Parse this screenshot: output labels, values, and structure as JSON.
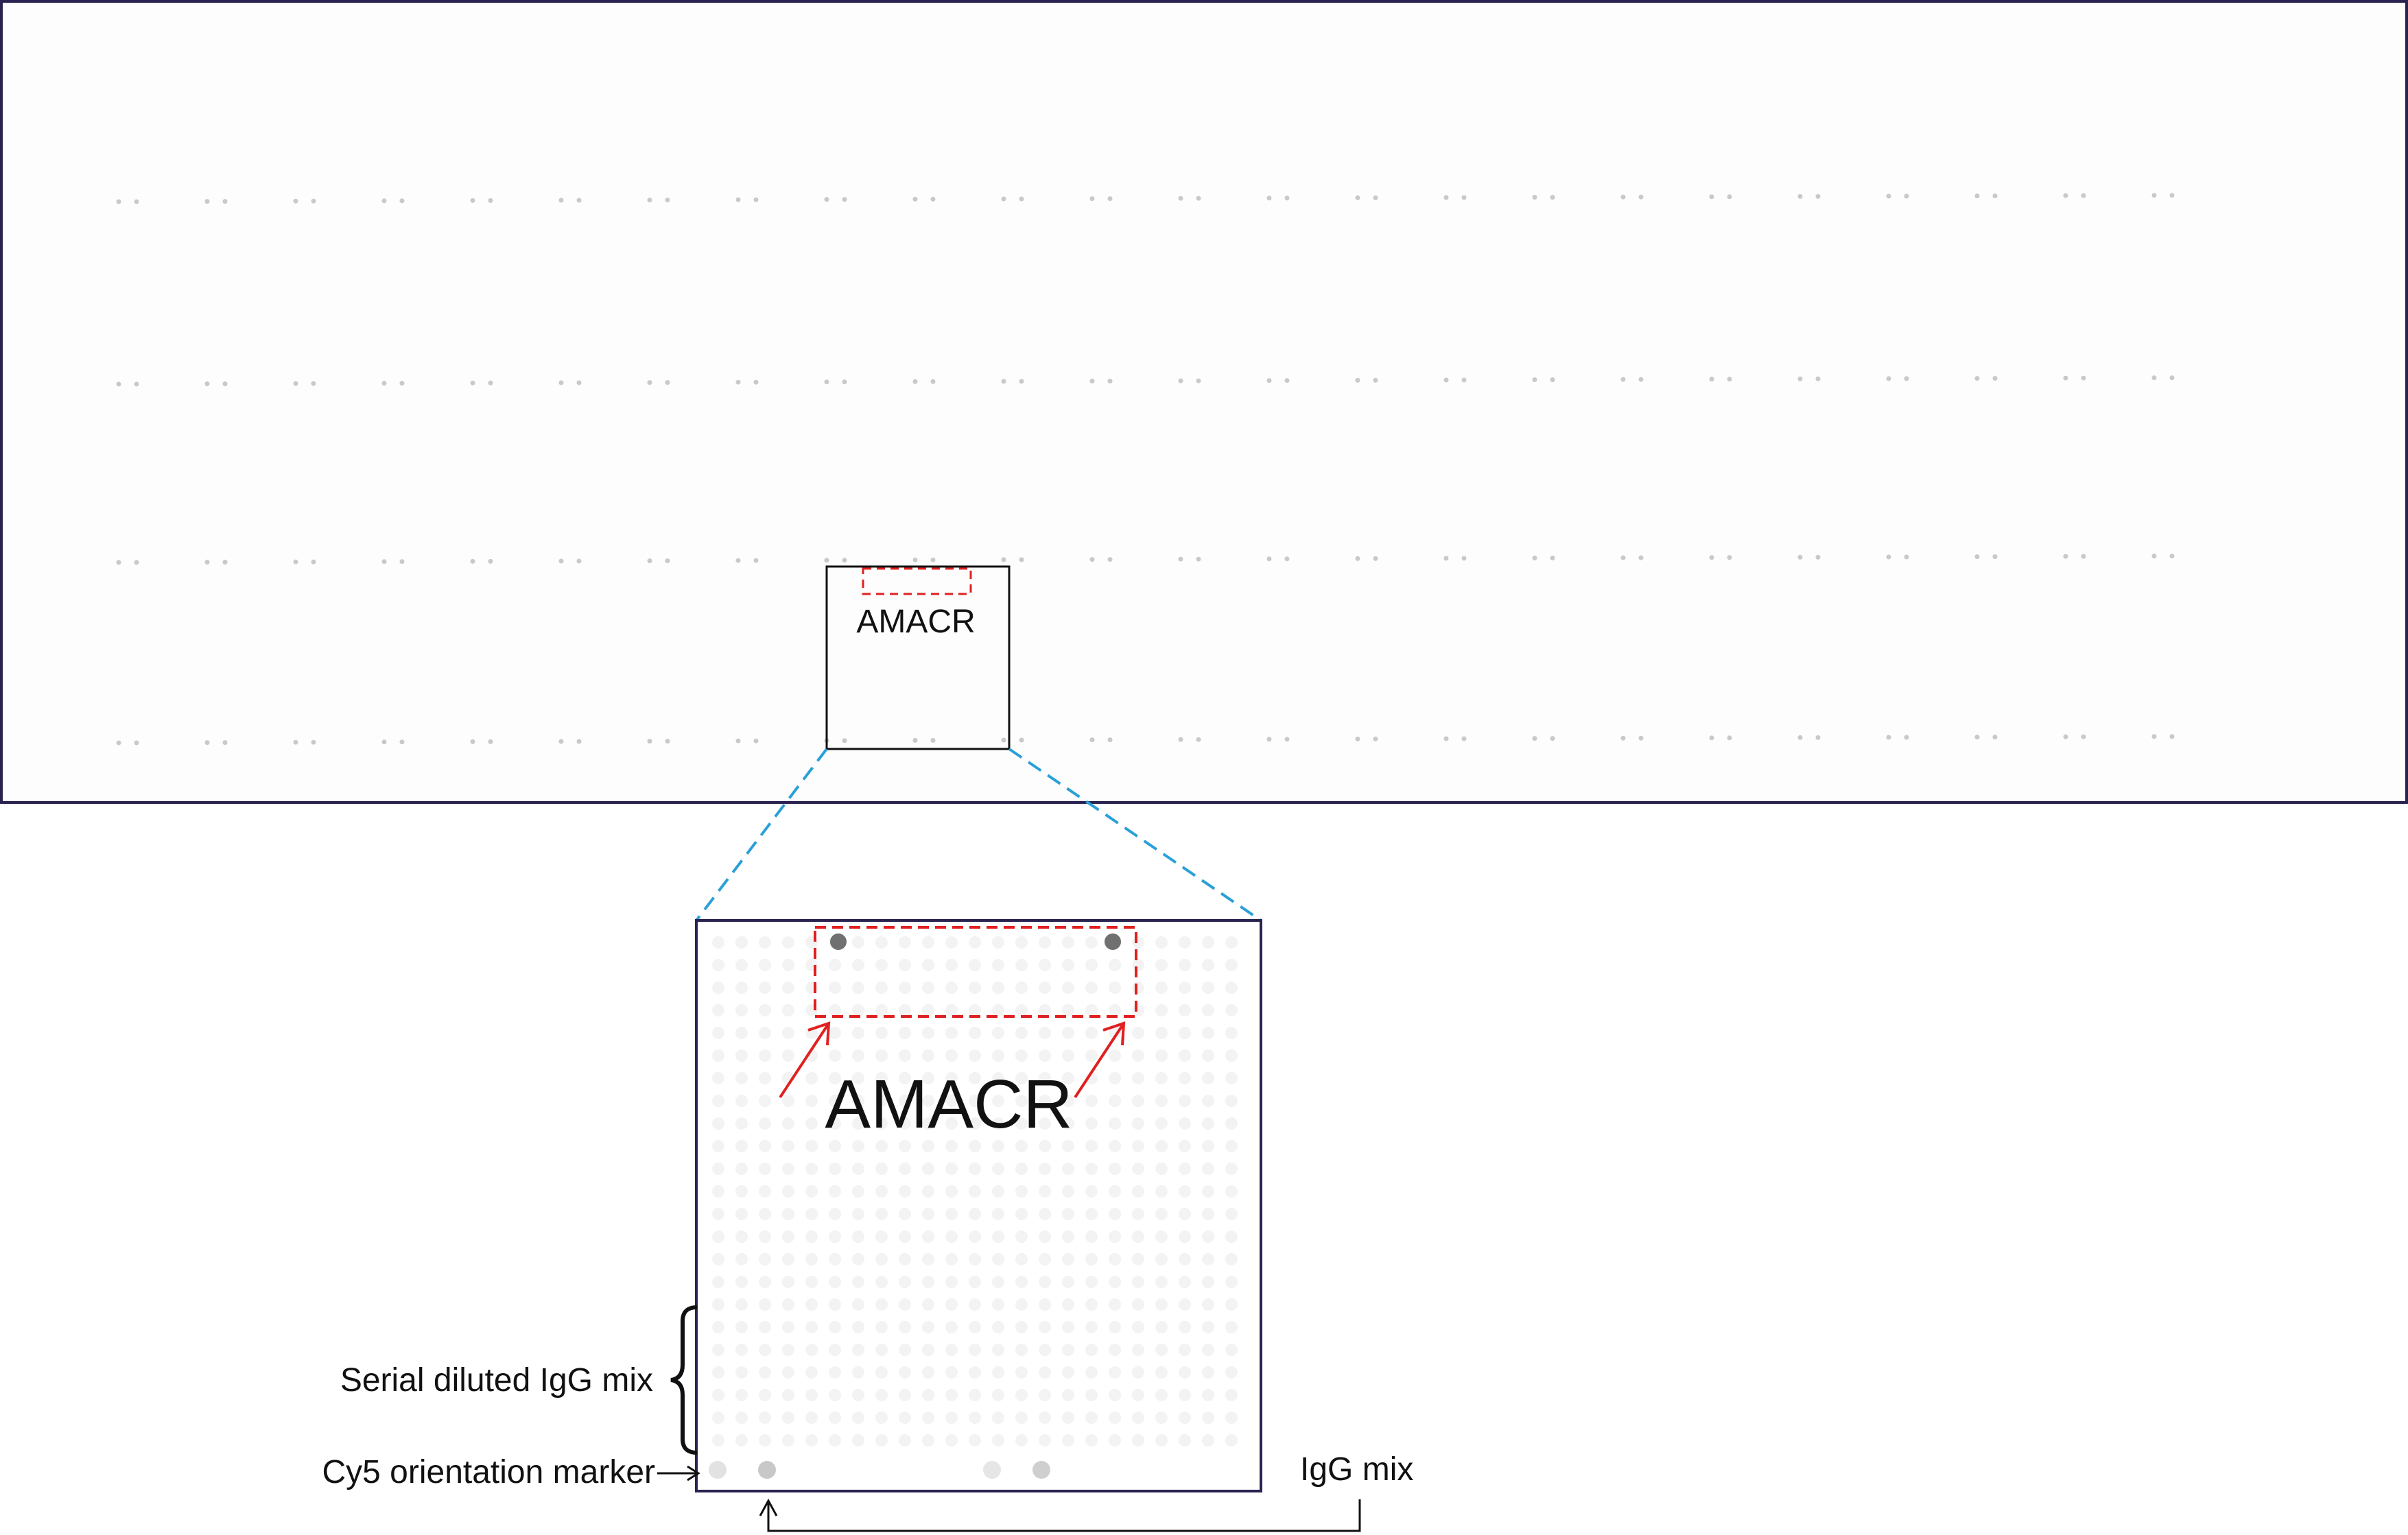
{
  "overview": {
    "roi_label": "AMACR"
  },
  "zoom": {
    "target_label": "AMACR"
  },
  "annotations": {
    "serial_diluted": "Serial diluted IgG mix",
    "cy5_marker": "Cy5 orientation marker",
    "igg_mix": "IgG mix"
  },
  "colors": {
    "frame": "#2a2350",
    "highlight_dashes": "#e02020",
    "arrows": "#e02020",
    "zoom_connectors": "#2aa0d8",
    "text": "#111111",
    "spot_faint": "#d0d0d0",
    "spot_strong": "#707070"
  }
}
